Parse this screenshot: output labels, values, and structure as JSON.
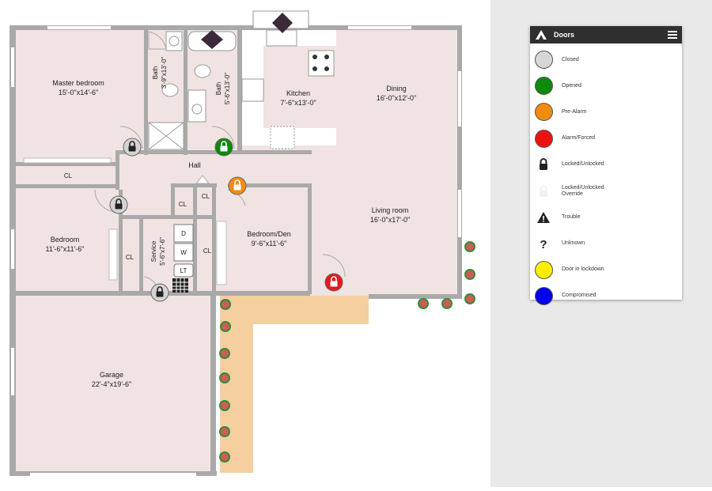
{
  "floorplan": {
    "rooms": [
      {
        "id": "master",
        "name": "Master bedroom",
        "size": "15'-0\"x14'-6\""
      },
      {
        "id": "bath1",
        "name": "Bath",
        "size": "3'-9\"x13'-0\""
      },
      {
        "id": "bath2",
        "name": "Bath",
        "size": "5'-6\"x13'-0\""
      },
      {
        "id": "kitchen",
        "name": "Kitchen",
        "size": "7'-6\"x13'-0\""
      },
      {
        "id": "dining",
        "name": "Dining",
        "size": "16'-0\"x12'-0\""
      },
      {
        "id": "hall",
        "name": "Hall"
      },
      {
        "id": "living",
        "name": "Living room",
        "size": "16'-0\"x17'-0\""
      },
      {
        "id": "bedroom",
        "name": "Bedroom",
        "size": "11'-6\"x11'-6\""
      },
      {
        "id": "den",
        "name": "Bedroom/Den",
        "size": "9'-6\"x11'-6\""
      },
      {
        "id": "service",
        "name": "Service",
        "size": "5'-6\"x7'-6\""
      },
      {
        "id": "garage",
        "name": "Garage",
        "size": "22'-4\"x19'-6\""
      }
    ],
    "closet_label": "CL",
    "appliance_labels": {
      "dryer": "D",
      "washer": "W",
      "laundry_tub": "LT"
    },
    "door_markers": [
      {
        "id": "door-master",
        "status": "Closed",
        "color": "#d4d4d4"
      },
      {
        "id": "door-bath",
        "status": "Opened",
        "color": "#0b8a0b"
      },
      {
        "id": "door-den",
        "status": "Pre-Alarm",
        "color": "#f28c0f"
      },
      {
        "id": "door-bedroom",
        "status": "Closed",
        "color": "#d4d4d4"
      },
      {
        "id": "door-service",
        "status": "Closed",
        "color": "#d4d4d4"
      },
      {
        "id": "door-living",
        "status": "Alarm/Forced",
        "color": "#e5191c"
      }
    ]
  },
  "legend": {
    "title": "Doors",
    "items": [
      {
        "label": "Closed",
        "icon": "circle",
        "color": "#d6d6d6"
      },
      {
        "label": "Opened",
        "icon": "circle",
        "color": "#0b8a0b"
      },
      {
        "label": "Pre-Alarm",
        "icon": "circle",
        "color": "#f28c0f"
      },
      {
        "label": "Alarm/Forced",
        "icon": "circle",
        "color": "#ee1111"
      },
      {
        "label": "Locked/Unlocked",
        "icon": "lock-icon",
        "color": "#222222"
      },
      {
        "label": "Locked/Unlocked Override",
        "icon": "lock-override-icon",
        "color": "#f0f0f0"
      },
      {
        "label": "Trouble",
        "icon": "warning-icon",
        "color": "#222222"
      },
      {
        "label": "Unknown",
        "icon": "question-icon",
        "color": "#222222"
      },
      {
        "label": "Door in lockdown",
        "icon": "circle",
        "color": "#ffee00"
      },
      {
        "label": "Compromised",
        "icon": "circle",
        "color": "#0000ee"
      }
    ]
  }
}
